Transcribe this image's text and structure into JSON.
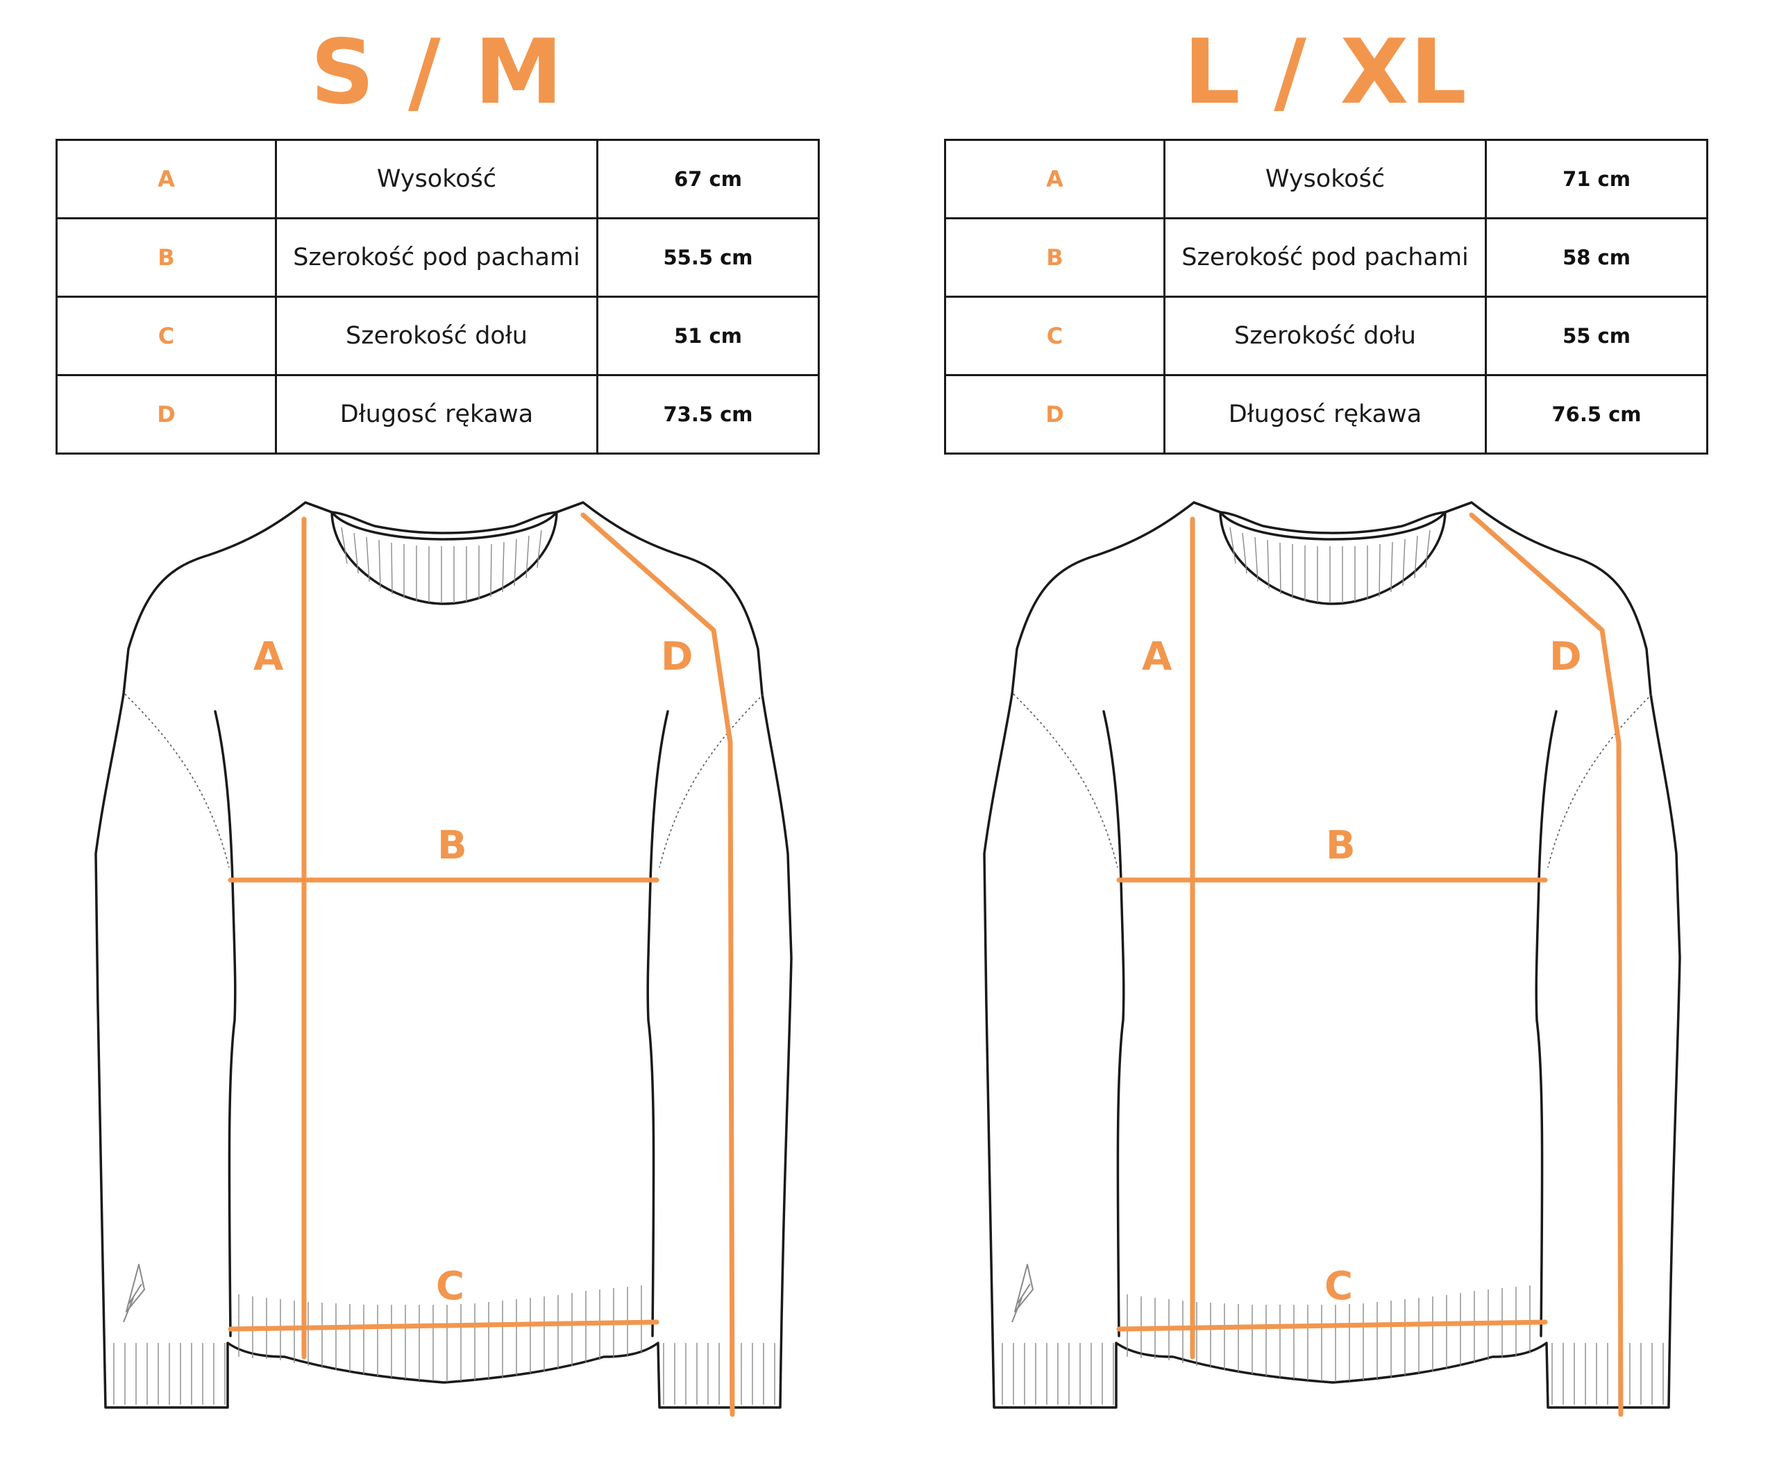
{
  "accent_color": "#f2964e",
  "panels": [
    {
      "title": "S / M",
      "rows": [
        {
          "letter": "A",
          "label": "Wysokość",
          "value": "67 cm"
        },
        {
          "letter": "B",
          "label": "Szerokość pod pachami",
          "value": "55.5 cm"
        },
        {
          "letter": "C",
          "label": "Szerokość dołu",
          "value": "51 cm"
        },
        {
          "letter": "D",
          "label": "Długosć rękawa",
          "value": "73.5 cm"
        }
      ],
      "diagram_labels": {
        "a": "A",
        "b": "B",
        "c": "C",
        "d": "D"
      }
    },
    {
      "title": "L / XL",
      "rows": [
        {
          "letter": "A",
          "label": "Wysokość",
          "value": "71 cm"
        },
        {
          "letter": "B",
          "label": "Szerokość pod pachami",
          "value": "58 cm"
        },
        {
          "letter": "C",
          "label": "Szerokość dołu",
          "value": "55 cm"
        },
        {
          "letter": "D",
          "label": "Długosć rękawa",
          "value": "76.5 cm"
        }
      ],
      "diagram_labels": {
        "a": "A",
        "b": "B",
        "c": "C",
        "d": "D"
      }
    }
  ]
}
